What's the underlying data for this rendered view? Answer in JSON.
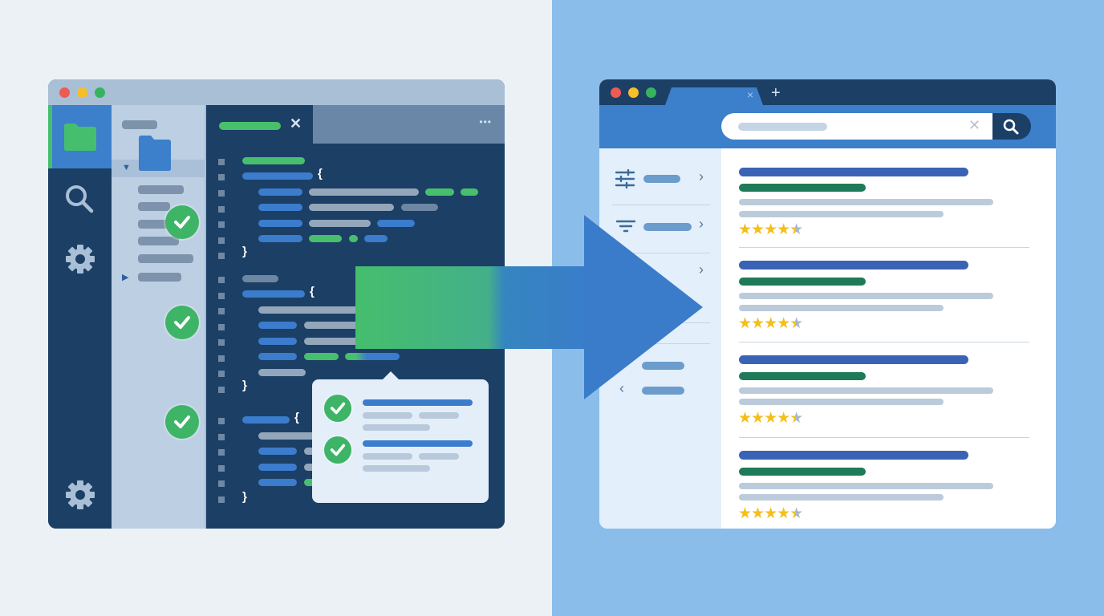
{
  "scene": {
    "description_left": "code editor window",
    "description_right": "browser search results window",
    "colors": {
      "left_background": "#ecf1f5",
      "right_background": "#8bbdea",
      "editor_dark": "#1c3f66",
      "accent_blue": "#3c7fcb",
      "accent_green": "#45bf6c",
      "check_green": "#3db466",
      "star_gold": "#f5bf1a",
      "result_title": "#3b63b5",
      "result_url": "#1e7a58"
    }
  },
  "editor": {
    "window_controls": [
      "close",
      "minimize",
      "maximize"
    ],
    "window_control_colors": [
      "#ee5b55",
      "#f5bf2a",
      "#35b45d"
    ],
    "activity_bar": [
      {
        "icon": "folder-icon",
        "active": true
      },
      {
        "icon": "search-icon",
        "active": false
      },
      {
        "icon": "gear-icon",
        "active": false
      },
      {
        "icon": "settings-gear-icon",
        "position": "bottom"
      }
    ],
    "tree": {
      "folder_icon": "folder-icon",
      "expanded_marker": "▼",
      "collapsed_marker": "▶",
      "items_count": 7,
      "checked_marks": 3
    },
    "tab": {
      "close_glyph": "✕",
      "more_glyph": "•••"
    },
    "braces": {
      "open": "{",
      "close": "}"
    },
    "line_count": 22
  },
  "popup": {
    "items": [
      {
        "icon": "check-circle-icon",
        "status": "passed"
      },
      {
        "icon": "check-circle-icon",
        "status": "passed"
      }
    ]
  },
  "arrow": {
    "direction": "right",
    "gradient_from": "#45be6c",
    "gradient_to": "#3a7cca"
  },
  "browser": {
    "window_controls": [
      "close",
      "minimize",
      "maximize"
    ],
    "tab": {
      "close_glyph": "×",
      "new_tab_glyph": "+"
    },
    "search": {
      "clear_glyph": "✕",
      "button_icon": "search-icon"
    },
    "filters": [
      {
        "icon": "sliders-icon",
        "chevron": "›"
      },
      {
        "icon": "filter-icon",
        "chevron": "›"
      },
      {
        "icon": "",
        "chevron": "›"
      },
      {
        "icon": "",
        "chevron": ""
      },
      {
        "icon": "",
        "chevron": "‹"
      }
    ],
    "results": [
      {
        "rating": 4.5,
        "stars": "★★★★",
        "half_star": "★"
      },
      {
        "rating": 4.5,
        "stars": "★★★★",
        "half_star": "★"
      },
      {
        "rating": 4.5,
        "stars": "★★★★",
        "half_star": "★"
      },
      {
        "rating": 4.5,
        "stars": "★★★★",
        "half_star": "★"
      }
    ]
  }
}
